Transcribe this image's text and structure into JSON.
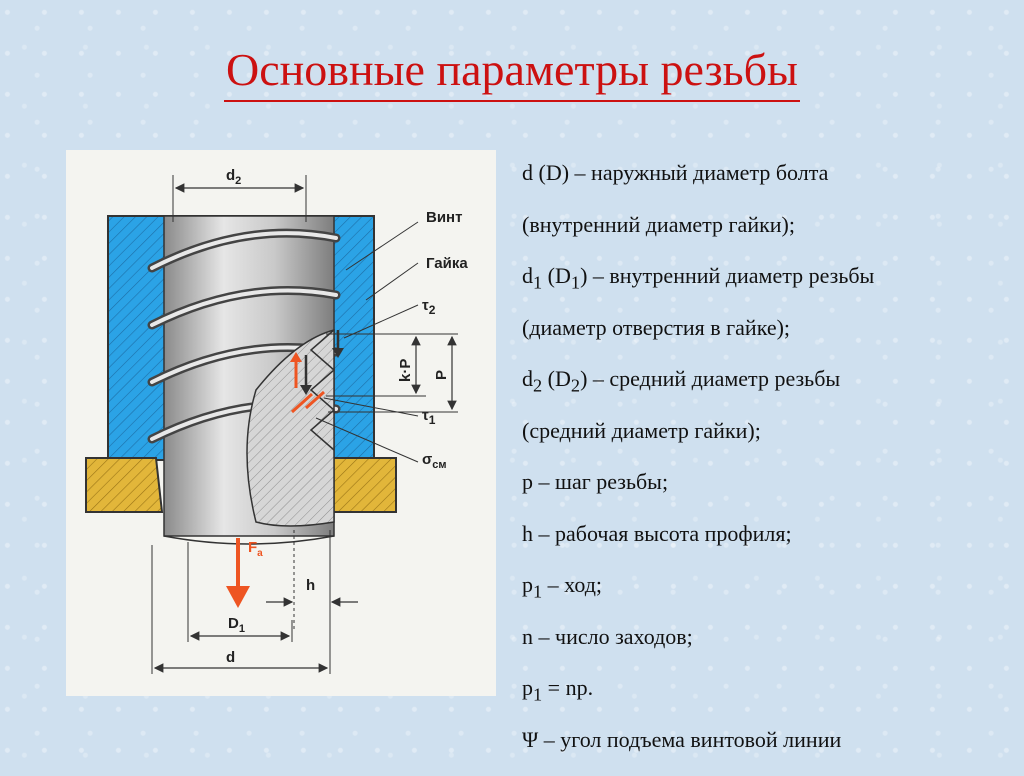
{
  "title": "Основные параметры резьбы",
  "figure": {
    "label_d2": "d",
    "label_d2_sub": "2",
    "label_screw": "Винт",
    "label_nut": "Гайка",
    "label_tau2": "τ",
    "label_tau2_sub": "2",
    "label_tau1": "τ",
    "label_tau1_sub": "1",
    "label_sigma": "σ",
    "label_sigma_sub": "см",
    "label_kp": "k·P",
    "label_p": "P",
    "label_fa": "F",
    "label_fa_sub": "a",
    "label_h": "h",
    "label_D1": "D",
    "label_D1_sub": "1",
    "label_d": "d",
    "colors": {
      "nut_blue": "#2ba3e6",
      "washer_yellow": "#e2b63a",
      "screw_gray": "#b9b9b9",
      "arrow_red": "#ee5522"
    }
  },
  "legend": [
    {
      "a": "d (D) – наружный диаметр болта"
    },
    {
      "a": "(внутренний диаметр гайки);"
    },
    {
      "a": "d",
      "sub": "1",
      "b": " (D",
      "sub2": "1",
      "c": ") – внутренний диаметр резьбы"
    },
    {
      "a": "(диаметр отверстия в гайке);"
    },
    {
      "a": "d",
      "sub": "2",
      "b": " (D",
      "sub2": "2",
      "c": ") – средний диаметр резьбы"
    },
    {
      "a": "(средний диаметр гайки);"
    },
    {
      "a": "р – шаг резьбы;"
    },
    {
      "a": "h – рабочая высота профиля;"
    },
    {
      "a": "р",
      "sub": "1",
      "b": " – ход;"
    },
    {
      "a": "n – число заходов;"
    },
    {
      "a": "р",
      "sub": "1",
      "b": " = nр."
    },
    {
      "a": "Ψ – угол подъема винтовой линии"
    }
  ]
}
